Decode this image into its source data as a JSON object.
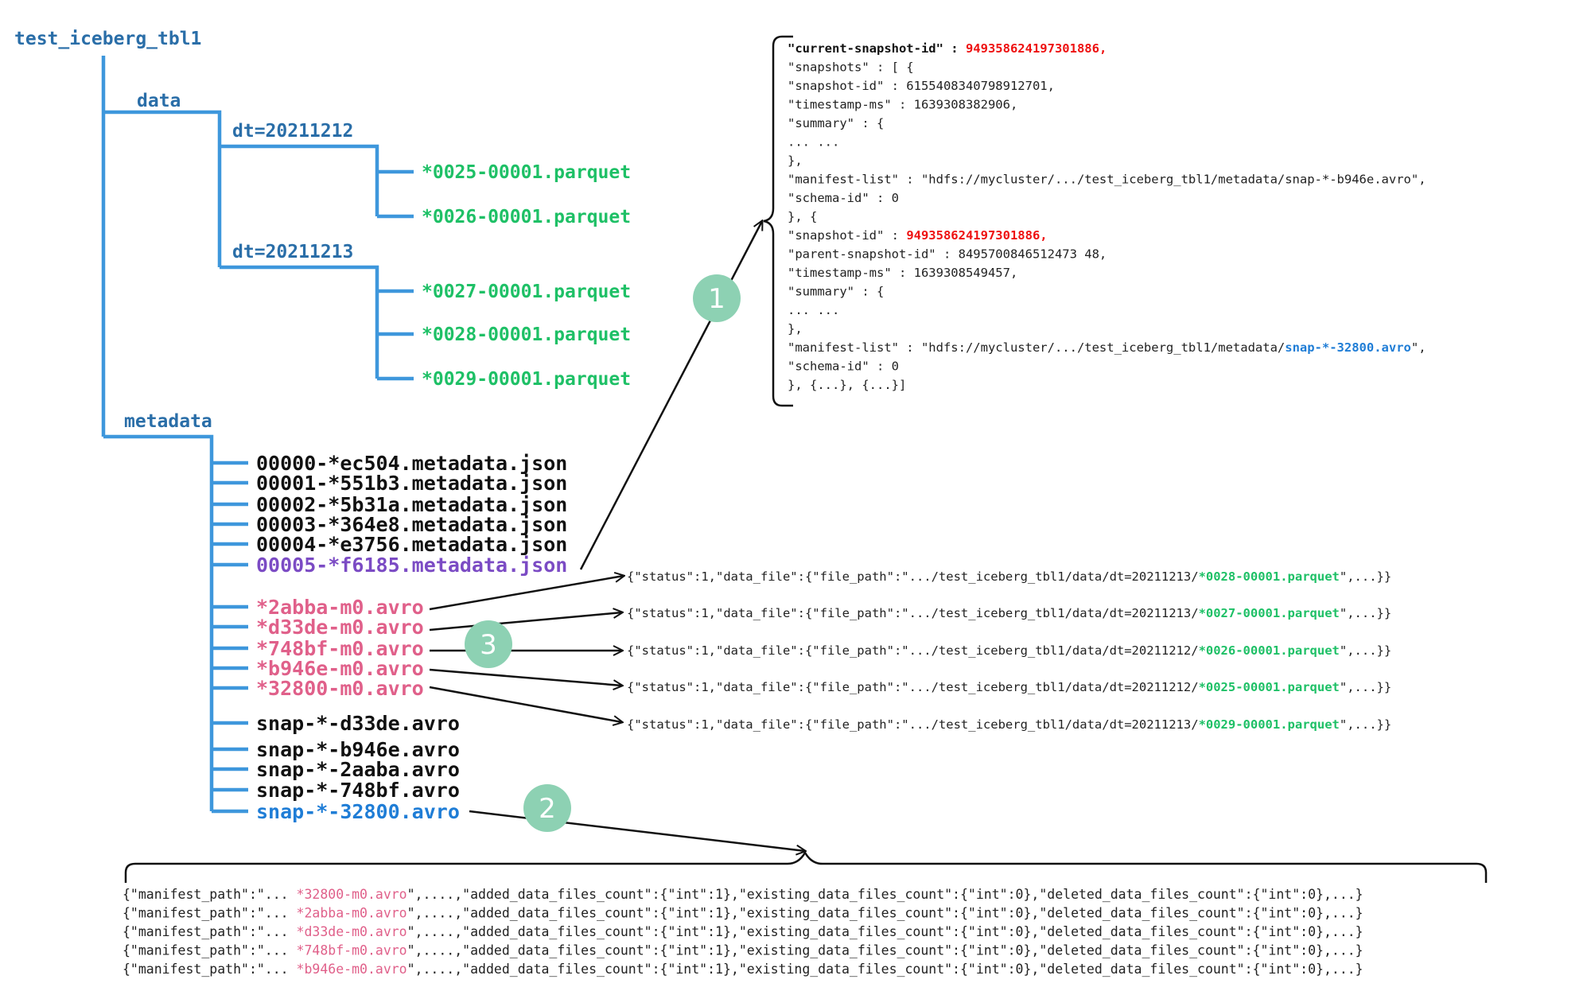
{
  "colors": {
    "tree_line": "#3e97dc",
    "folder": "#2a6ea8",
    "parquet": "#1ec066",
    "json_file": "#111111",
    "current_meta": "#7b4bc4",
    "manifest_avro": "#e0608a",
    "snap_current": "#1f7dd6",
    "highlight_red": "#ee1111",
    "badge": "#8dd1b3",
    "arrow": "#111111"
  },
  "tree": {
    "root": "test_iceberg_tbl1",
    "data_folder": "data",
    "partitions": [
      {
        "name": "dt=20211212",
        "files": [
          "*0025-00001.parquet",
          "*0026-00001.parquet"
        ]
      },
      {
        "name": "dt=20211213",
        "files": [
          "*0027-00001.parquet",
          "*0028-00001.parquet",
          "*0029-00001.parquet"
        ]
      }
    ],
    "metadata_folder": "metadata",
    "metadata_files": [
      "00000-*ec504.metadata.json",
      "00001-*551b3.metadata.json",
      "00002-*5b31a.metadata.json",
      "00003-*364e8.metadata.json",
      "00004-*e3756.metadata.json",
      "00005-*f6185.metadata.json"
    ],
    "manifest_files": [
      "*2abba-m0.avro",
      "*d33de-m0.avro",
      "*748bf-m0.avro",
      "*b946e-m0.avro",
      "*32800-m0.avro"
    ],
    "snap_files": [
      "snap-*-d33de.avro",
      "snap-*-b946e.avro",
      "snap-*-2aaba.avro",
      "snap-*-748bf.avro",
      "snap-*-32800.avro"
    ]
  },
  "badges": [
    "1",
    "2",
    "3"
  ],
  "metadata_json": {
    "lines": [
      {
        "parts": [
          {
            "t": "\"current-snapshot-id\" : ",
            "c": "bold"
          },
          {
            "t": "949358624197301886,",
            "c": "red"
          }
        ]
      },
      {
        "parts": [
          {
            "t": "  \"snapshots\" : [ {",
            "c": "plain"
          }
        ]
      },
      {
        "parts": [
          {
            "t": "    \"snapshot-id\" : 6155408340798912701,",
            "c": "plain"
          }
        ]
      },
      {
        "parts": [
          {
            "t": "    \"timestamp-ms\" : 1639308382906,",
            "c": "plain"
          }
        ]
      },
      {
        "parts": [
          {
            "t": "    \"summary\" : {",
            "c": "plain"
          }
        ]
      },
      {
        "parts": [
          {
            "t": "      ... ...",
            "c": "plain"
          }
        ]
      },
      {
        "parts": [
          {
            "t": "    },",
            "c": "plain"
          }
        ]
      },
      {
        "parts": [
          {
            "t": "    \"manifest-list\" : \"hdfs://mycluster/.../test_iceberg_tbl1/metadata/snap-*-b946e.avro\",",
            "c": "plain"
          }
        ]
      },
      {
        "parts": [
          {
            "t": "    \"schema-id\" : 0",
            "c": "plain"
          }
        ]
      },
      {
        "parts": [
          {
            "t": "  }, {",
            "c": "plain"
          }
        ]
      },
      {
        "parts": [
          {
            "t": "    \"snapshot-id\" : ",
            "c": "plain"
          },
          {
            "t": "949358624197301886,",
            "c": "red"
          }
        ]
      },
      {
        "parts": [
          {
            "t": "    \"parent-snapshot-id\" : 8495700846512473 48,",
            "c": "plain"
          }
        ]
      },
      {
        "parts": [
          {
            "t": "    \"timestamp-ms\" : 1639308549457,",
            "c": "plain"
          }
        ]
      },
      {
        "parts": [
          {
            "t": "    \"summary\" : {",
            "c": "plain"
          }
        ]
      },
      {
        "parts": [
          {
            "t": "      ... ...",
            "c": "plain"
          }
        ]
      },
      {
        "parts": [
          {
            "t": "    },",
            "c": "plain"
          }
        ]
      },
      {
        "parts": [
          {
            "t": "    \"manifest-list\" : \"hdfs://mycluster/.../test_iceberg_tbl1/metadata/",
            "c": "plain"
          },
          {
            "t": "snap-*-32800.avro",
            "c": "blue"
          },
          {
            "t": "\",",
            "c": "plain"
          }
        ]
      },
      {
        "parts": [
          {
            "t": "    \"schema-id\" : 0",
            "c": "plain"
          }
        ]
      },
      {
        "parts": [
          {
            "t": "  }, {...}, {...}]",
            "c": "plain"
          }
        ]
      }
    ]
  },
  "manifest_entries": [
    {
      "prefix": "{\"status\":1,\"data_file\":{\"file_path\":\".../test_iceberg_tbl1/data/dt=20211213/",
      "file": "*0028-00001.parquet",
      "suffix": "\",...}}"
    },
    {
      "prefix": "{\"status\":1,\"data_file\":{\"file_path\":\".../test_iceberg_tbl1/data/dt=20211213/",
      "file": "*0027-00001.parquet",
      "suffix": "\",...}}"
    },
    {
      "prefix": "{\"status\":1,\"data_file\":{\"file_path\":\".../test_iceberg_tbl1/data/dt=20211212/",
      "file": "*0026-00001.parquet",
      "suffix": "\",...}}"
    },
    {
      "prefix": "{\"status\":1,\"data_file\":{\"file_path\":\".../test_iceberg_tbl1/data/dt=20211212/",
      "file": "*0025-00001.parquet",
      "suffix": "\",...}}"
    },
    {
      "prefix": "{\"status\":1,\"data_file\":{\"file_path\":\".../test_iceberg_tbl1/data/dt=20211213/",
      "file": "*0029-00001.parquet",
      "suffix": "\",...}}"
    }
  ],
  "manifest_list_entries": [
    {
      "prefix": "{\"manifest_path\":\"... ",
      "file": "*32800-m0.avro",
      "suffix": "\",....,\"added_data_files_count\":{\"int\":1},\"existing_data_files_count\":{\"int\":0},\"deleted_data_files_count\":{\"int\":0},...}"
    },
    {
      "prefix": "{\"manifest_path\":\"... ",
      "file": "*2abba-m0.avro",
      "suffix": "\",....,\"added_data_files_count\":{\"int\":1},\"existing_data_files_count\":{\"int\":0},\"deleted_data_files_count\":{\"int\":0},...}"
    },
    {
      "prefix": "{\"manifest_path\":\"... ",
      "file": "*d33de-m0.avro",
      "suffix": "\",....,\"added_data_files_count\":{\"int\":1},\"existing_data_files_count\":{\"int\":0},\"deleted_data_files_count\":{\"int\":0},...}"
    },
    {
      "prefix": "{\"manifest_path\":\"... ",
      "file": "*748bf-m0.avro",
      "suffix": "\",....,\"added_data_files_count\":{\"int\":1},\"existing_data_files_count\":{\"int\":0},\"deleted_data_files_count\":{\"int\":0},...}"
    },
    {
      "prefix": "{\"manifest_path\":\"... ",
      "file": "*b946e-m0.avro",
      "suffix": "\",....,\"added_data_files_count\":{\"int\":1},\"existing_data_files_count\":{\"int\":0},\"deleted_data_files_count\":{\"int\":0},...}"
    }
  ]
}
